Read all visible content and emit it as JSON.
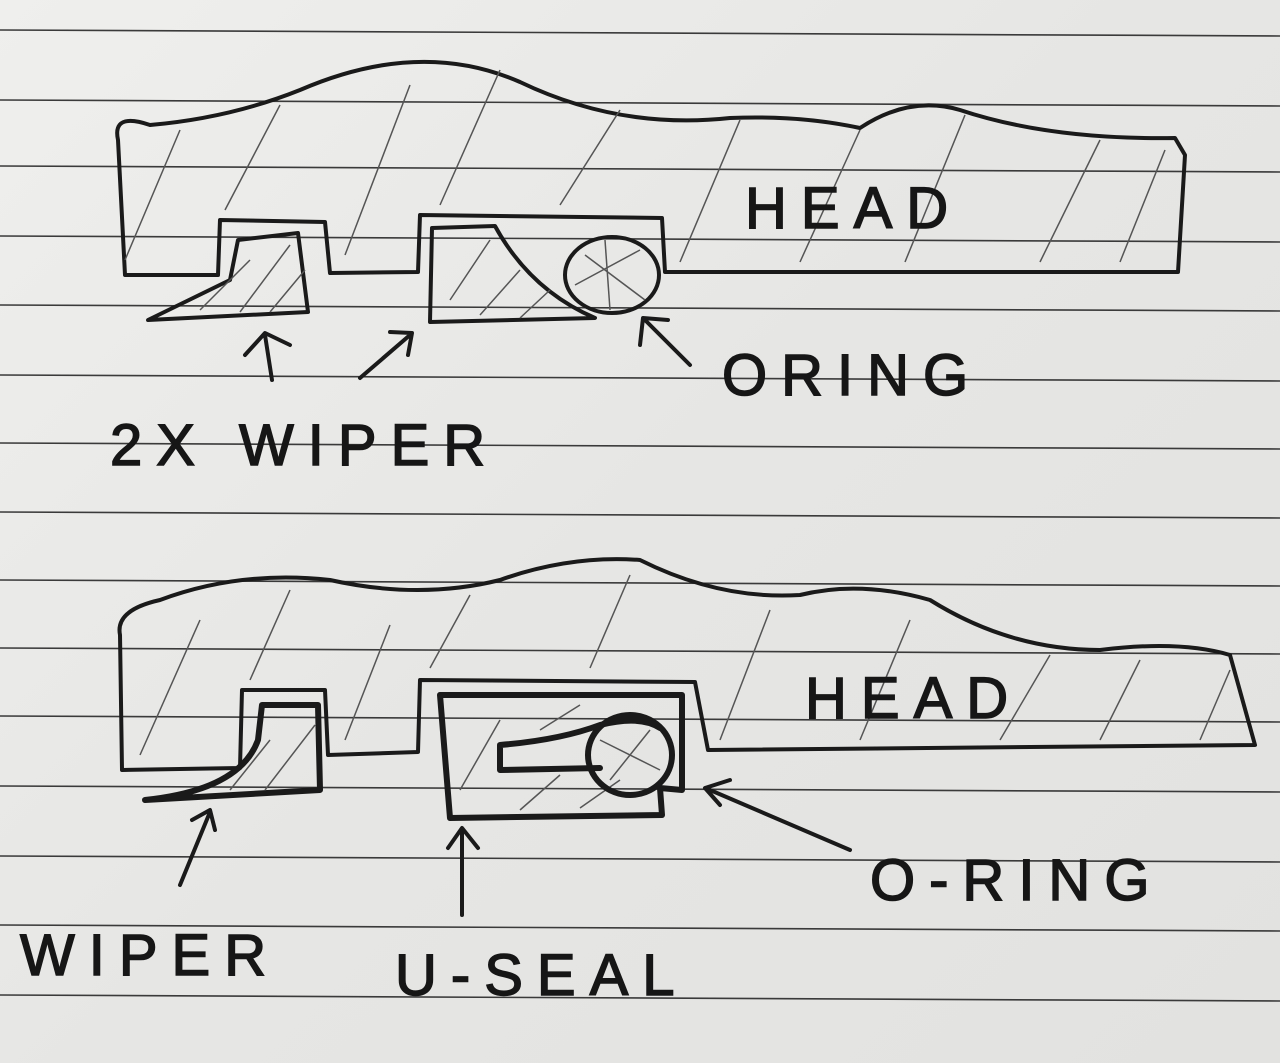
{
  "top_sketch": {
    "head_label": "HEAD",
    "oring_label": "ORING",
    "wiper_label": "2X WIPER"
  },
  "bottom_sketch": {
    "head_label": "HEAD",
    "oring_label": "O-RING",
    "wiper_label": "WIPER",
    "useal_label": "U-SEAL"
  }
}
